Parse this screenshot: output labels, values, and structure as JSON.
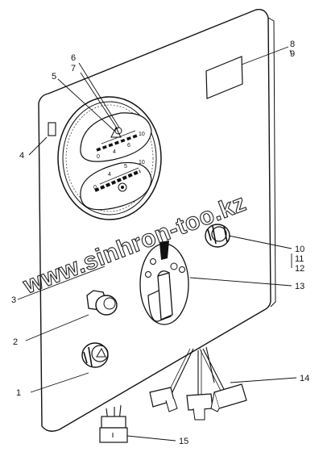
{
  "watermark": "www.sinhron-too.kz",
  "callouts": [
    "1",
    "2",
    "3",
    "4",
    "5",
    "6",
    "7",
    "8",
    "9",
    "10",
    "11",
    "12",
    "13",
    "14",
    "15"
  ],
  "gauge_upper_scale": [
    "0",
    "4",
    "6",
    "10"
  ],
  "gauge_lower_scale": [
    "0",
    "4",
    "5",
    "10"
  ]
}
